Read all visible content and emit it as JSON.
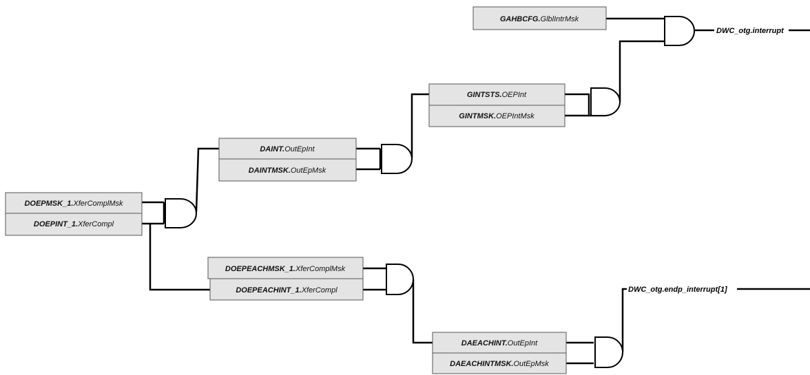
{
  "registers": {
    "gahbcfg": {
      "reg": "GAHBCFG.",
      "field": "GlblIntrMsk"
    },
    "gintsts": {
      "reg": "GINTSTS.",
      "field": "OEPInt"
    },
    "gintmsk": {
      "reg": "GINTMSK.",
      "field": "OEPIntMsk"
    },
    "daint": {
      "reg": "DAINT.",
      "field": "OutEpInt"
    },
    "daintmsk": {
      "reg": "DAINTMSK.",
      "field": "OutEpMsk"
    },
    "doepmsk_1": {
      "reg": "DOEPMSK_1.",
      "field": "XferComplMsk"
    },
    "doepint_1": {
      "reg": "DOEPINT_1.",
      "field": "XferCompl"
    },
    "doepeachmsk_1": {
      "reg": "DOEPEACHMSK_1.",
      "field": "XferComplMsk"
    },
    "doepeachint_1": {
      "reg": "DOEPEACHINT_1.",
      "field": "XferCompl"
    },
    "daeachint": {
      "reg": "DAEACHINT.",
      "field": "OutEpInt"
    },
    "daeachintmsk": {
      "reg": "DAEACHINTMSK.",
      "field": "OutEpMsk"
    }
  },
  "outputs": {
    "interrupt": "DWC_otg.interrupt",
    "endp_interrupt": "DWC_otg.endp_interrupt[1]"
  }
}
